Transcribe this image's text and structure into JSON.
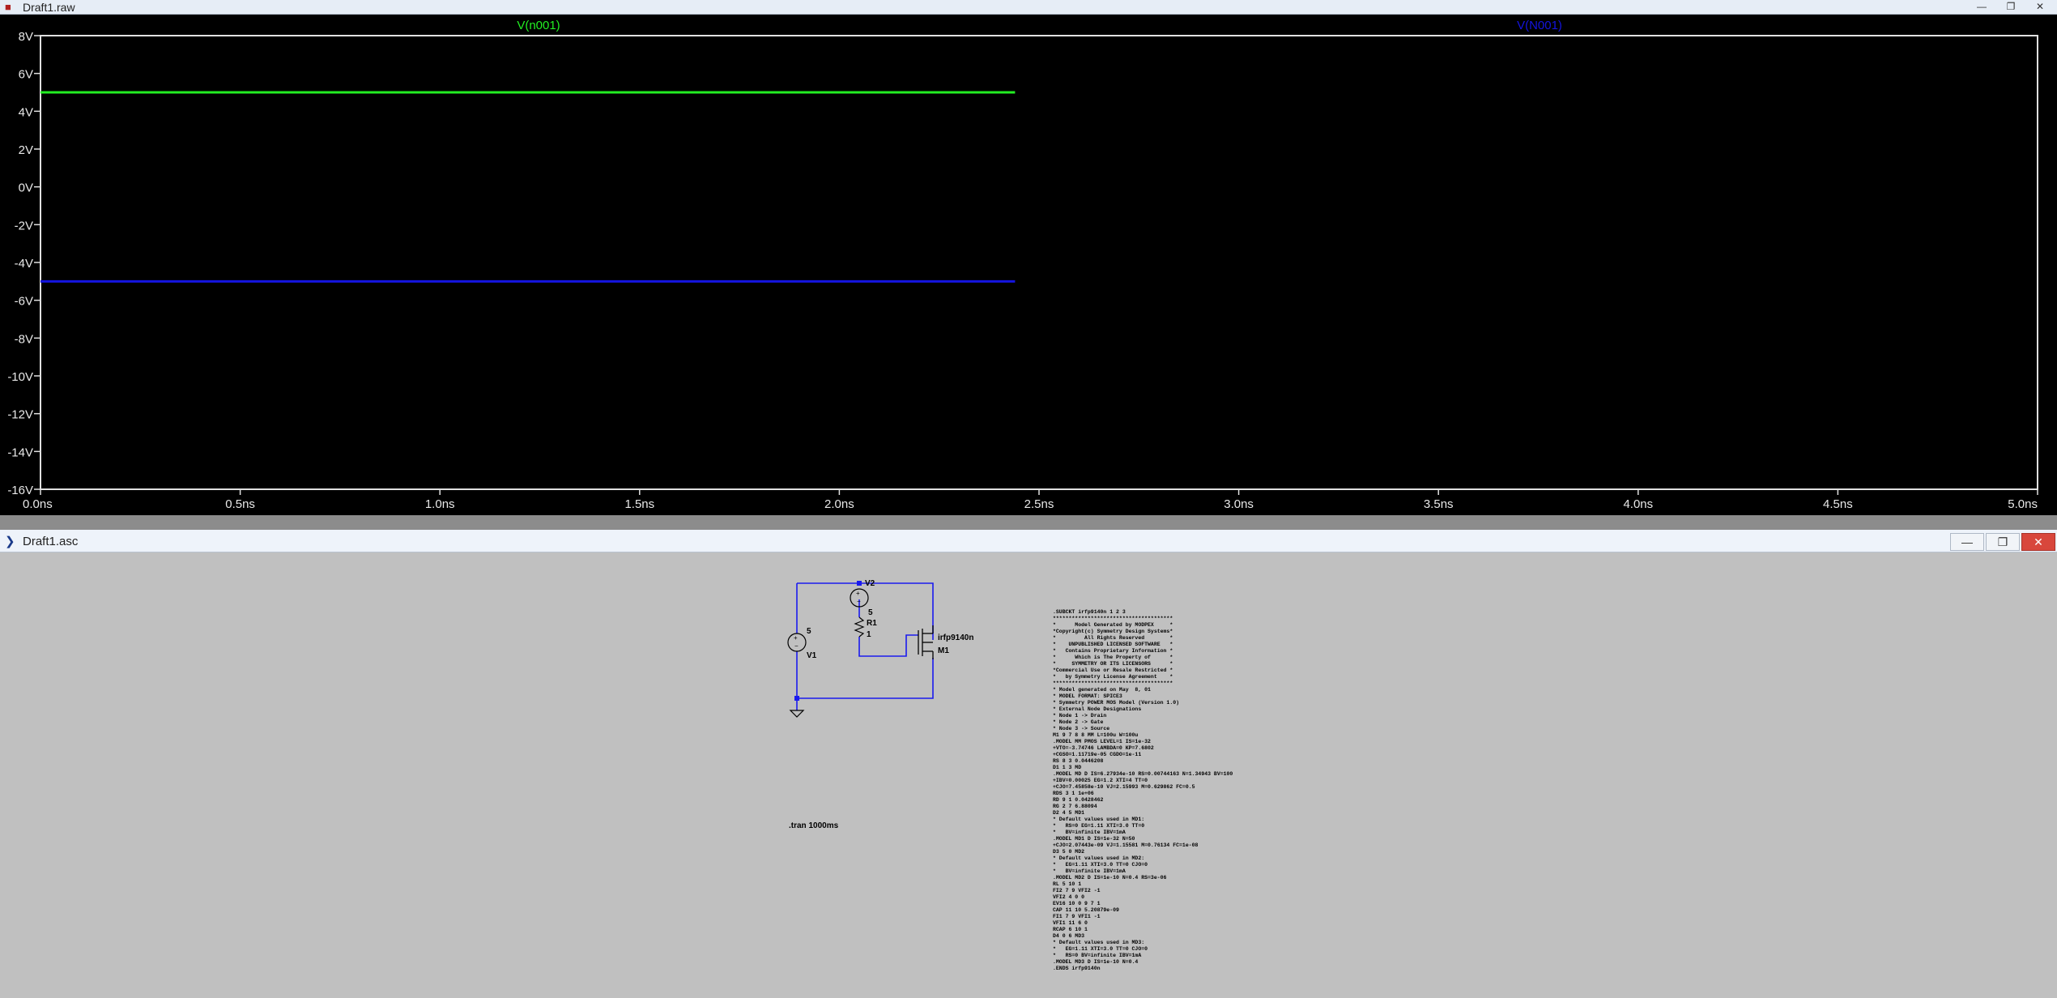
{
  "waveform_window": {
    "title": "Draft1.raw",
    "traces": [
      {
        "label": "V(n001)",
        "color": "#22ee22",
        "value": 5
      },
      {
        "label": "V(N001)",
        "color": "#1414e0",
        "value": -5
      }
    ],
    "y_ticks": [
      "8V",
      "6V",
      "4V",
      "2V",
      "0V",
      "-2V",
      "-4V",
      "-6V",
      "-8V",
      "-10V",
      "-12V",
      "-14V",
      "-16V"
    ],
    "x_ticks": [
      "0.0ns",
      "0.5ns",
      "1.0ns",
      "1.5ns",
      "2.0ns",
      "2.5ns",
      "3.0ns",
      "3.5ns",
      "4.0ns",
      "4.5ns",
      "5.0ns"
    ],
    "chart_data": {
      "type": "line",
      "ylim": [
        -16,
        8
      ],
      "xlim_ns": [
        0,
        5
      ],
      "series": [
        {
          "name": "V(n001)",
          "x_ns": [
            0,
            2.44
          ],
          "values": [
            5,
            5
          ]
        },
        {
          "name": "V(N001)",
          "x_ns": [
            0,
            2.44
          ],
          "values": [
            -5,
            -5
          ]
        }
      ]
    }
  },
  "schematic_window": {
    "title": "Draft1.asc",
    "components": {
      "v2_label": "V2",
      "v2_value": "5",
      "r1_label": "R1",
      "r1_value": "1",
      "v1_value": "5",
      "v1_label": "V1",
      "m1_model": "irfp9140n",
      "m1_label": "M1"
    },
    "tran_directive": ".tran 1000ms",
    "netlist_lines": [
      ".SUBCKT irfp9140n 1 2 3",
      "**************************************",
      "*      Model Generated by MODPEX     *",
      "*Copyright(c) Symmetry Design Systems*",
      "*         All Rights Reserved        *",
      "*    UNPUBLISHED LICENSED SOFTWARE   *",
      "*   Contains Proprietary Information *",
      "*      Which is The Property of      *",
      "*     SYMMETRY OR ITS LICENSORS      *",
      "*Commercial Use or Resale Restricted *",
      "*   by Symmetry License Agreement    *",
      "**************************************",
      "* Model generated on May  8, 01",
      "* MODEL FORMAT: SPICE3",
      "* Symmetry POWER MOS Model (Version 1.0)",
      "* External Node Designations",
      "* Node 1 -> Drain",
      "* Node 2 -> Gate",
      "* Node 3 -> Source",
      "M1 9 7 8 8 MM L=100u W=100u",
      ".MODEL MM PMOS LEVEL=1 IS=1e-32",
      "+VTO=-3.74746 LAMBDA=0 KP=7.6802",
      "+CGSO=1.11719e-05 CGDO=1e-11",
      "RS 8 3 0.0446208",
      "D1 1 3 MD",
      ".MODEL MD D IS=6.27934e-10 RS=0.00744163 N=1.34943 BV=100",
      "+IBV=0.00025 EG=1.2 XTI=4 TT=0",
      "+CJO=7.45858e-10 VJ=2.15993 M=0.629862 FC=0.5",
      "RDS 3 1 1e+06",
      "RD 9 1 0.0428462",
      "RG 2 7 6.88094",
      "D2 4 5 MD1",
      "* Default values used in MD1:",
      "*   RS=0 EG=1.11 XTI=3.0 TT=0",
      "*   BV=infinite IBV=1mA",
      ".MODEL MD1 D IS=1e-32 N=50",
      "+CJO=2.07443e-09 VJ=1.15581 M=0.76134 FC=1e-08",
      "D3 5 0 MD2",
      "* Default values used in MD2:",
      "*   EG=1.11 XTI=3.0 TT=0 CJO=0",
      "*   BV=infinite IBV=1mA",
      ".MODEL MD2 D IS=1e-10 N=0.4 RS=3e-06",
      "RL 5 10 1",
      "FI2 7 9 VFI2 -1",
      "VFI2 4 0 0",
      "EV16 10 0 9 7 1",
      "CAP 11 10 5.20879e-09",
      "FI1 7 9 VFI1 -1",
      "VFI1 11 6 0",
      "RCAP 6 10 1",
      "D4 0 6 MD3",
      "* Default values used in MD3:",
      "*   EG=1.11 XTI=3.0 TT=0 CJO=0",
      "*   RS=0 BV=infinite IBV=1mA",
      ".MODEL MD3 D IS=1e-10 N=0.4",
      ".ENDS irfp9140n"
    ]
  }
}
